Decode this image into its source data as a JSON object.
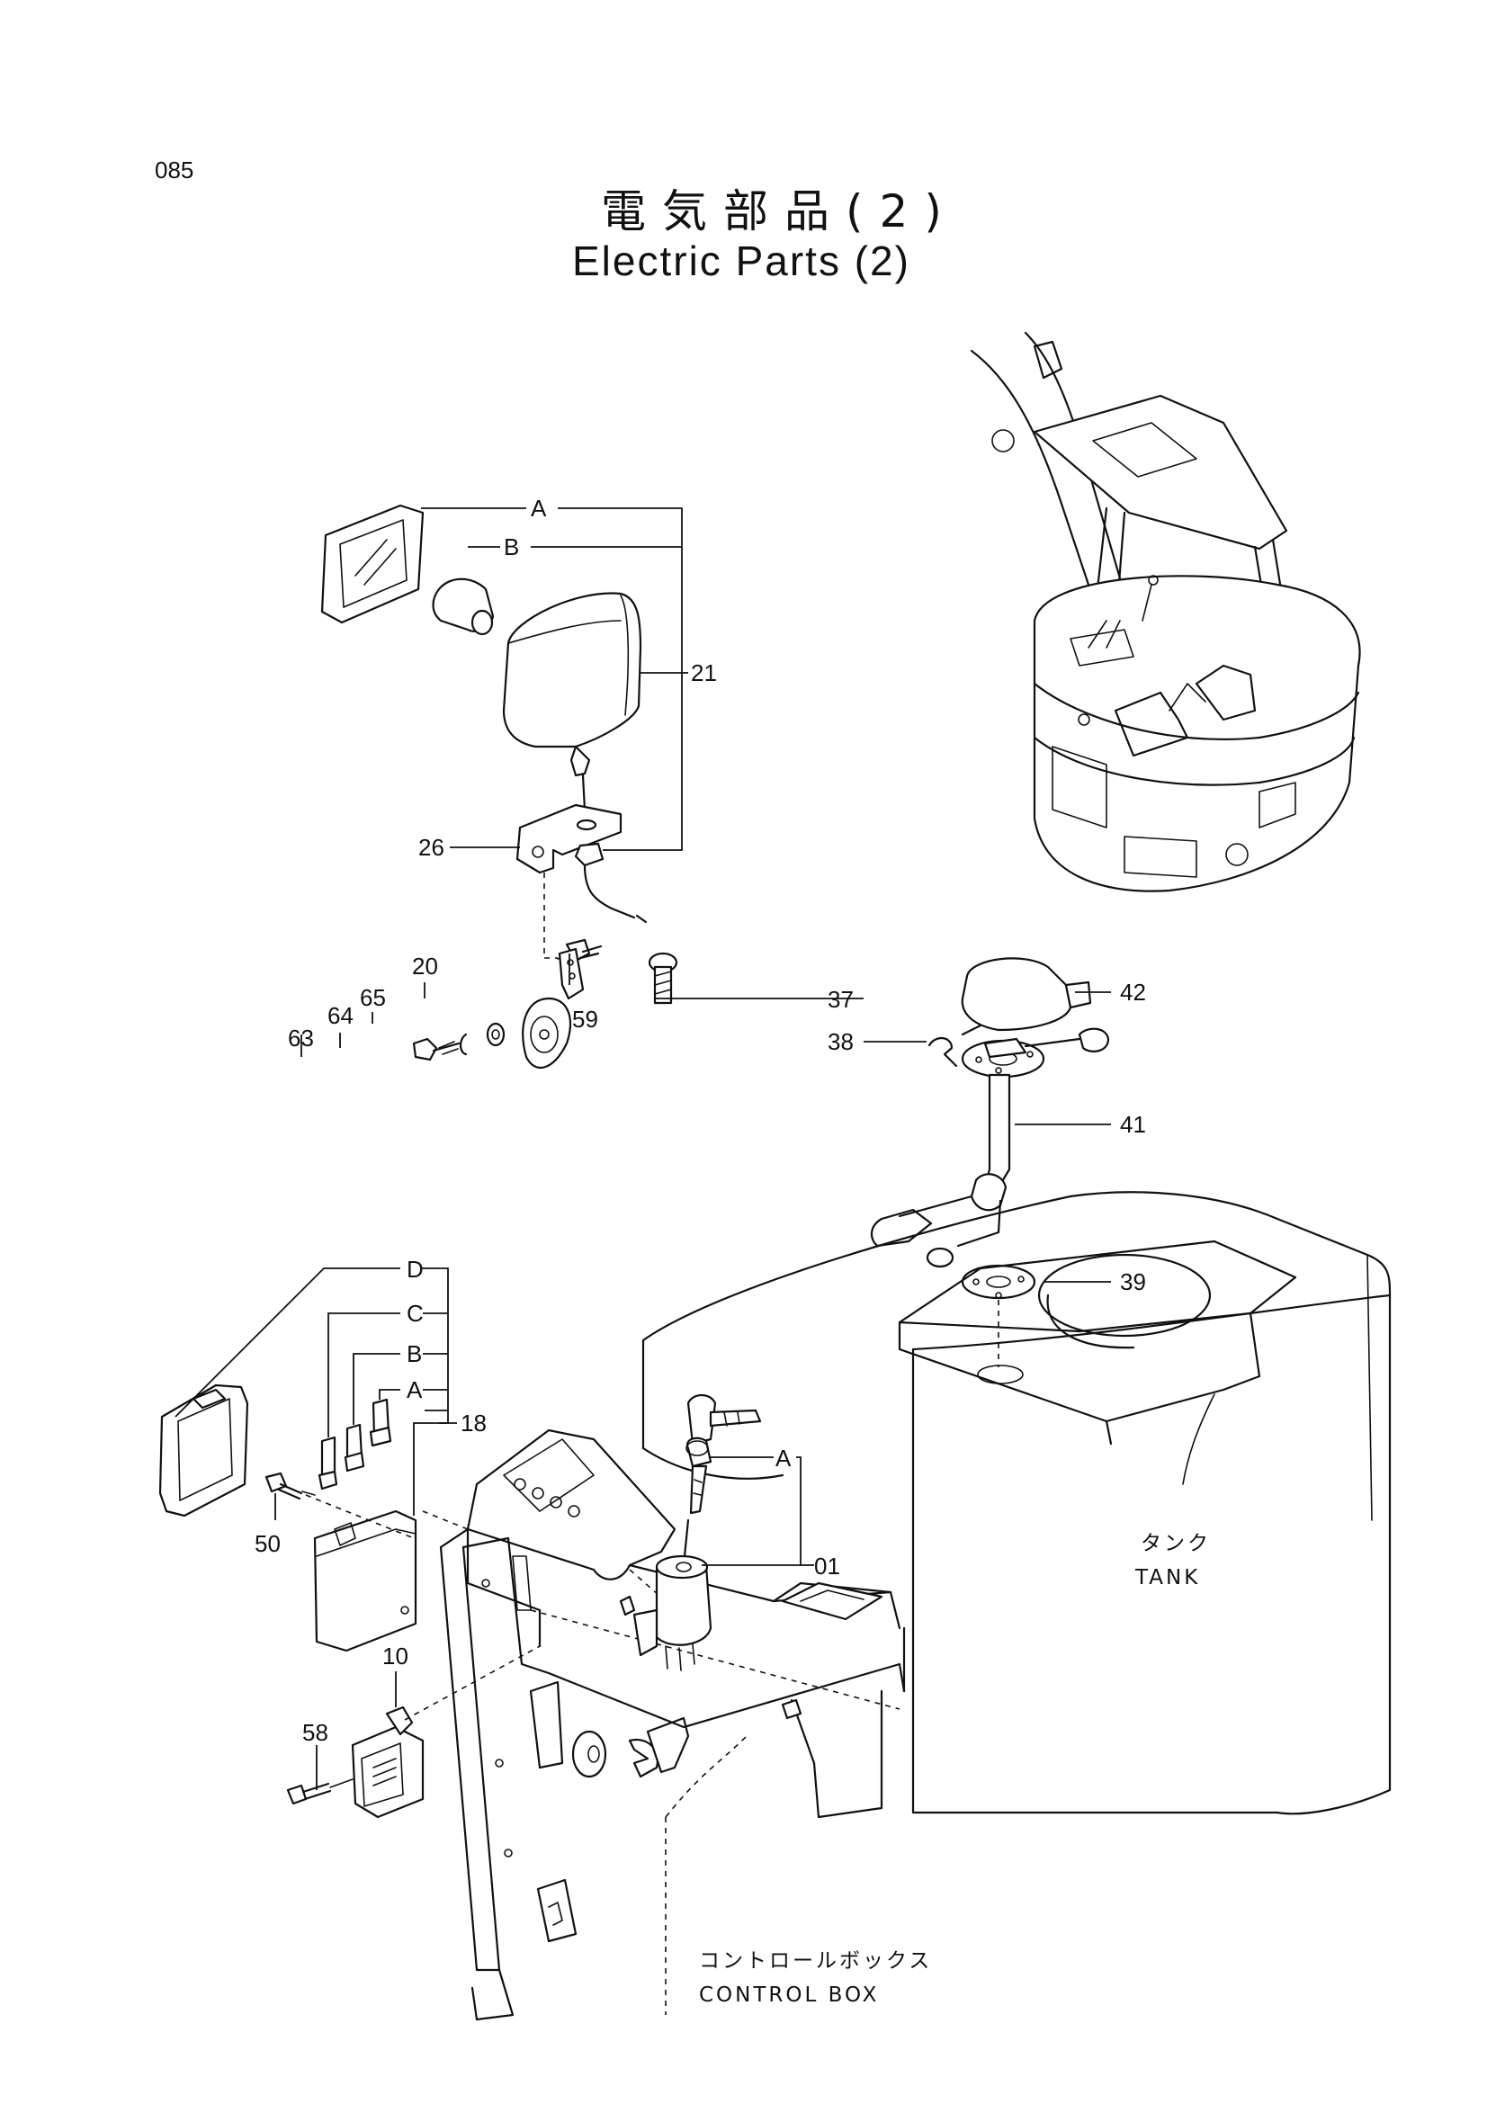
{
  "page_number": "085",
  "title_jp": "電気部品(2)",
  "title_en": "Electric Parts (2)",
  "callouts": {
    "work_light_assy": "21",
    "work_light_lens": "A",
    "work_light_bulb": "B",
    "bracket": "26",
    "light_bolt": "59",
    "horn": "20",
    "horn_washer": "65",
    "horn_lock_washer": "64",
    "horn_bolt": "63",
    "fuel_sender_bolt": "37",
    "fuel_sender_cap": "42",
    "fuel_sender_clip": "38",
    "fuel_sender": "41",
    "fuel_sender_gasket": "39",
    "fuse_box": "18",
    "fuse_box_cover": "D",
    "fuse_c": "C",
    "fuse_b": "B",
    "fuse_a": "A",
    "fuse_box_bolt": "50",
    "starter_switch": "01",
    "starter_key": "A",
    "relay": "10",
    "relay_bolt": "58"
  },
  "captions": {
    "tank_jp": "タンク",
    "tank_en": "TANK",
    "control_box_jp": "コントロールボックス",
    "control_box_en": "CONTROL BOX"
  }
}
